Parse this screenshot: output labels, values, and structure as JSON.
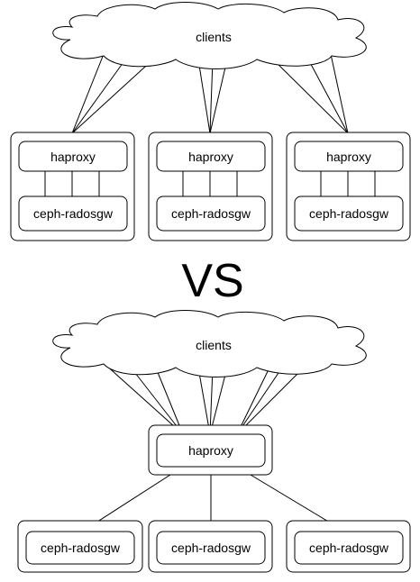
{
  "top": {
    "cloud_label": "clients",
    "groups": [
      {
        "proxy": "haproxy",
        "gateway": "ceph-radosgw"
      },
      {
        "proxy": "haproxy",
        "gateway": "ceph-radosgw"
      },
      {
        "proxy": "haproxy",
        "gateway": "ceph-radosgw"
      }
    ]
  },
  "separator": "VS",
  "bottom": {
    "cloud_label": "clients",
    "proxy": "haproxy",
    "gateways": [
      "ceph-radosgw",
      "ceph-radosgw",
      "ceph-radosgw"
    ]
  }
}
